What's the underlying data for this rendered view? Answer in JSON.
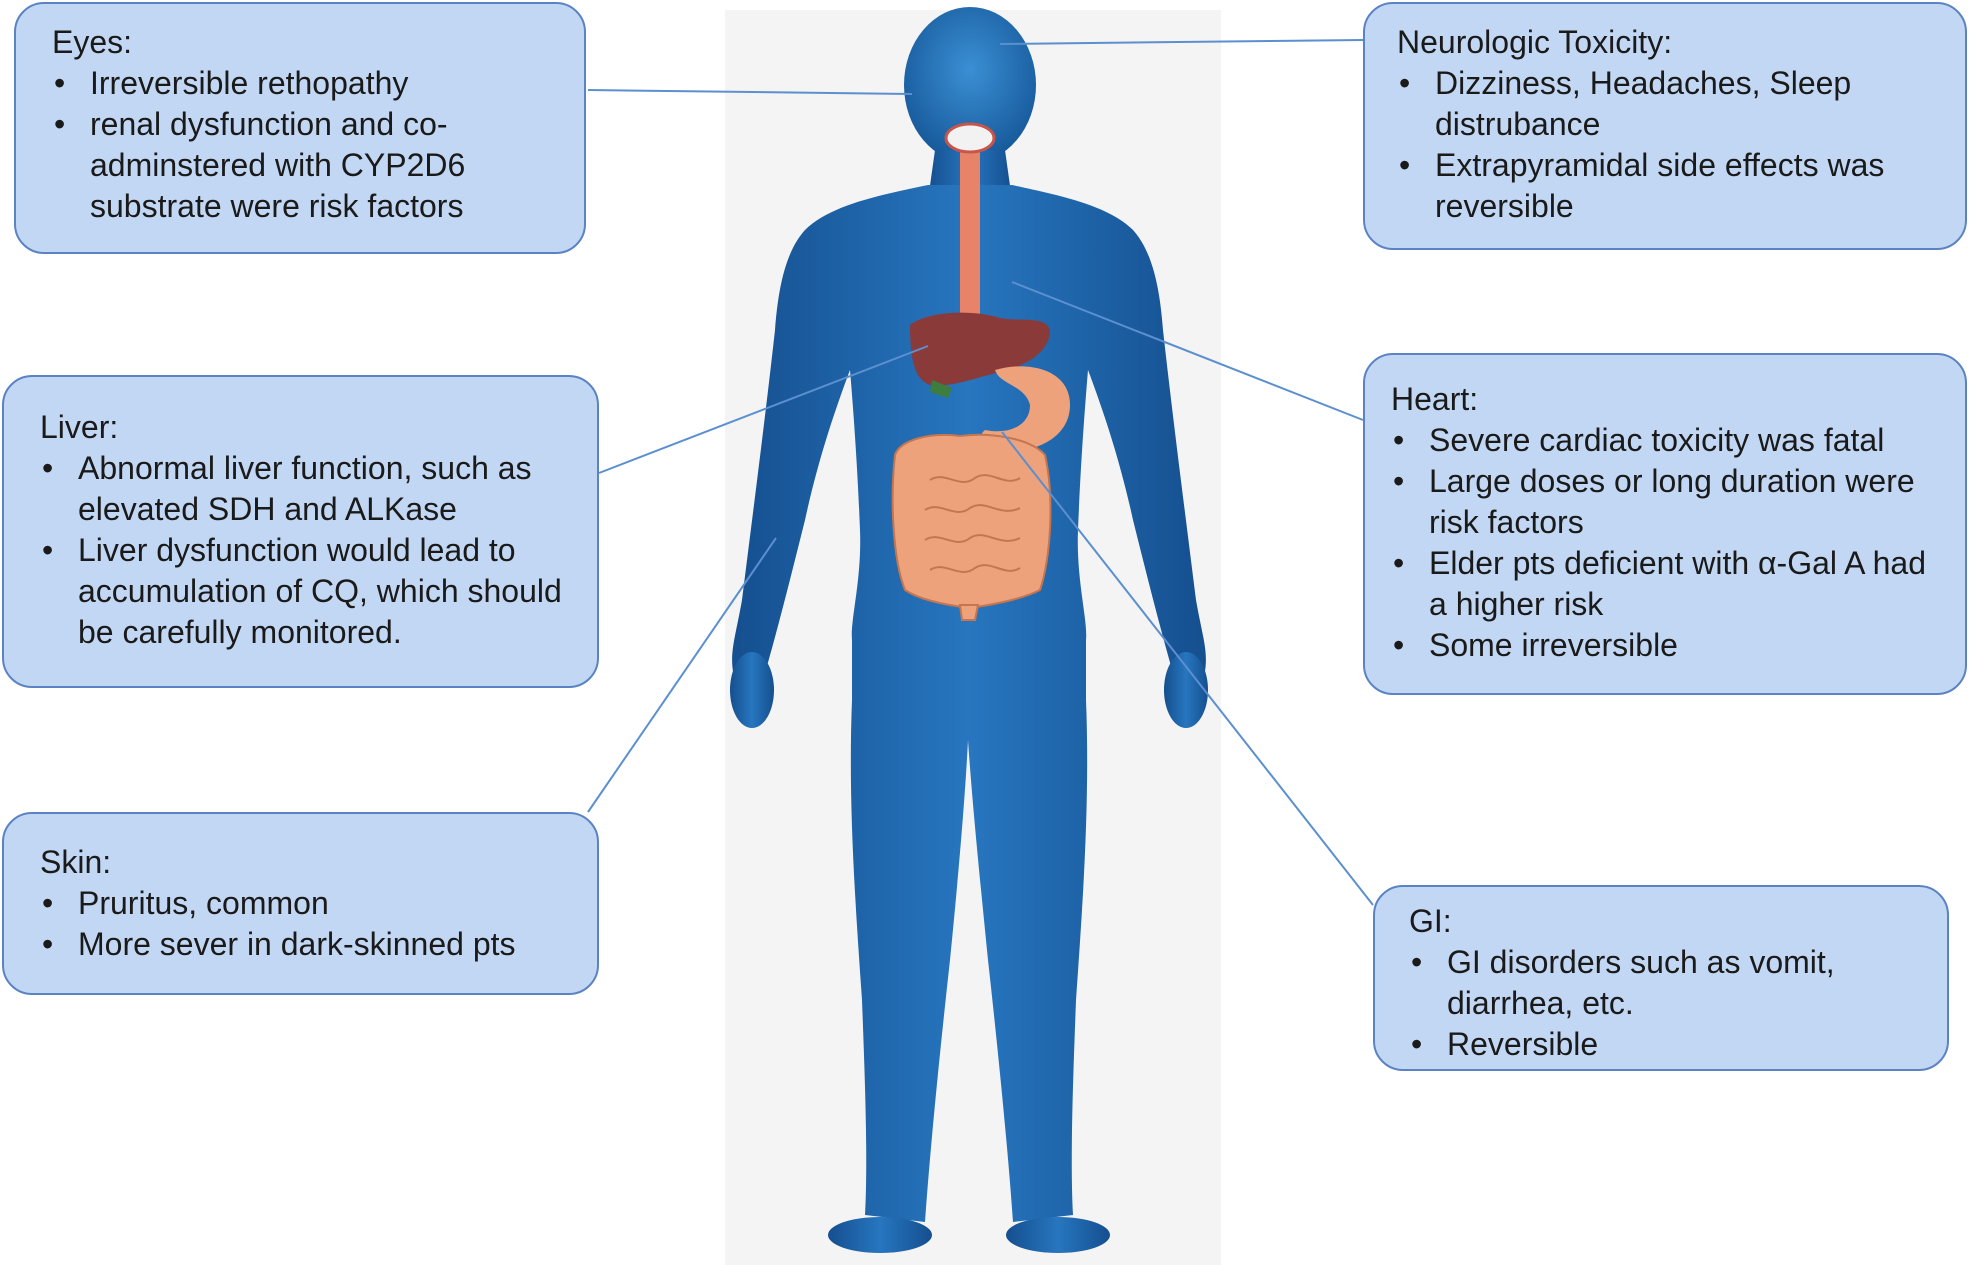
{
  "callouts": {
    "eyes": {
      "title": "Eyes:",
      "items": [
        "Irreversible rethopathy",
        "renal dysfunction and co-adminstered with CYP2D6 substrate were risk factors"
      ]
    },
    "neurologic": {
      "title": "Neurologic Toxicity:",
      "items": [
        "Dizziness, Headaches, Sleep distrubance",
        "Extrapyramidal side effects was reversible"
      ]
    },
    "liver": {
      "title": "Liver:",
      "items": [
        "Abnormal liver function, such as elevated SDH and ALKase",
        "Liver dysfunction would lead to accumulation of CQ, which should be carefully monitored."
      ]
    },
    "heart": {
      "title": "Heart:",
      "items": [
        "Severe cardiac toxicity was fatal",
        "Large doses or long duration were risk factors",
        "Elder pts deficient with α-Gal A had a higher risk",
        "Some irreversible"
      ]
    },
    "skin": {
      "title": "Skin:",
      "items": [
        "Pruritus, common",
        "More sever in dark-skinned pts"
      ]
    },
    "gi": {
      "title": "GI:",
      "items": [
        "GI disorders such as vomit, diarrhea, etc.",
        "Reversible"
      ]
    }
  },
  "colors": {
    "box_fill": "#c2d7f3",
    "box_border": "#5b83c4",
    "body_blue": "#1f69ae",
    "connector": "#5b8fd0",
    "organ_liver": "#8b3a3a",
    "organ_intestine": "#eda27c",
    "organ_esophagus": "#e8836a"
  }
}
